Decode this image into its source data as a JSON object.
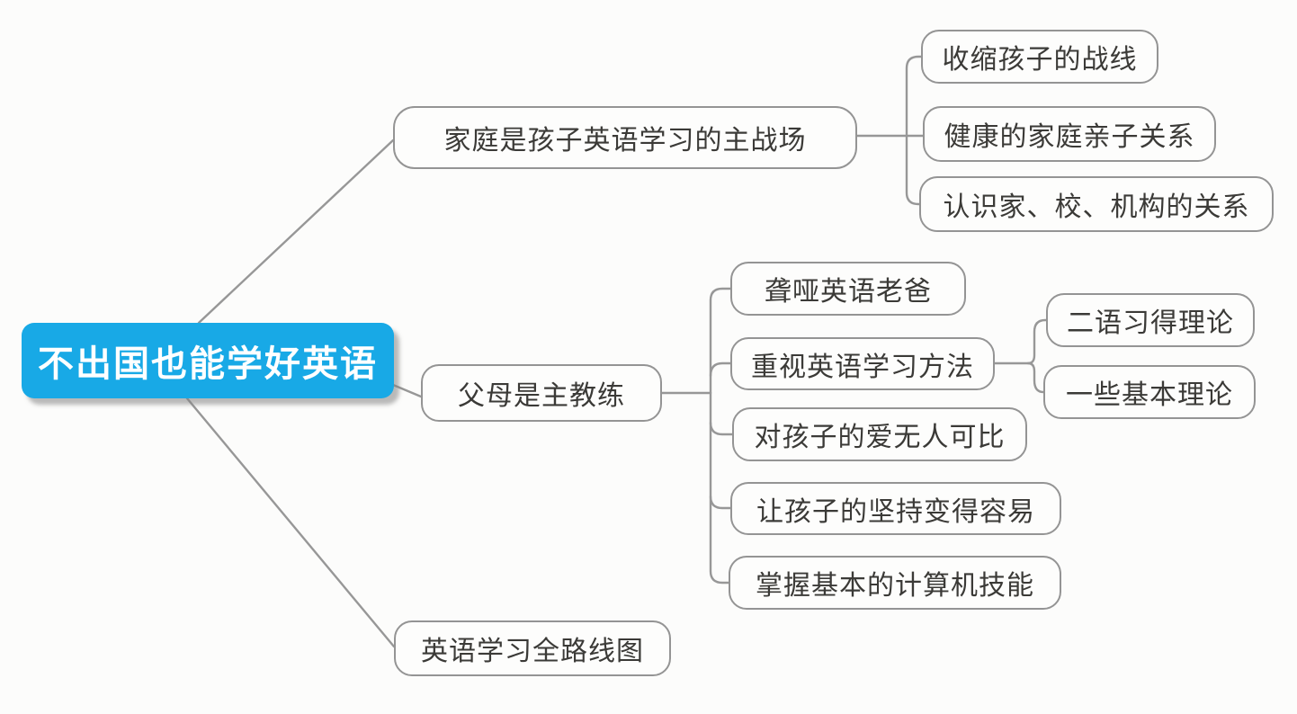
{
  "colors": {
    "root_background": "#18a9e6",
    "root_text": "#ffffff",
    "node_background": "#fdfdfc",
    "node_border": "#949494",
    "node_text": "#3b3a37",
    "connector": "#979797",
    "page_background": "#fcfcfb"
  },
  "mindmap": {
    "root": {
      "label": "不出国也能学好英语"
    },
    "branches": [
      {
        "label": "家庭是孩子英语学习的主战场",
        "children": [
          {
            "label": "收缩孩子的战线"
          },
          {
            "label": "健康的家庭亲子关系"
          },
          {
            "label": "认识家、校、机构的关系"
          }
        ]
      },
      {
        "label": "父母是主教练",
        "children": [
          {
            "label": "聋哑英语老爸"
          },
          {
            "label": "重视英语学习方法",
            "children": [
              {
                "label": "二语习得理论"
              },
              {
                "label": "一些基本理论"
              }
            ]
          },
          {
            "label": "对孩子的爱无人可比"
          },
          {
            "label": "让孩子的坚持变得容易"
          },
          {
            "label": "掌握基本的计算机技能"
          }
        ]
      },
      {
        "label": "英语学习全路线图",
        "children": []
      }
    ]
  }
}
